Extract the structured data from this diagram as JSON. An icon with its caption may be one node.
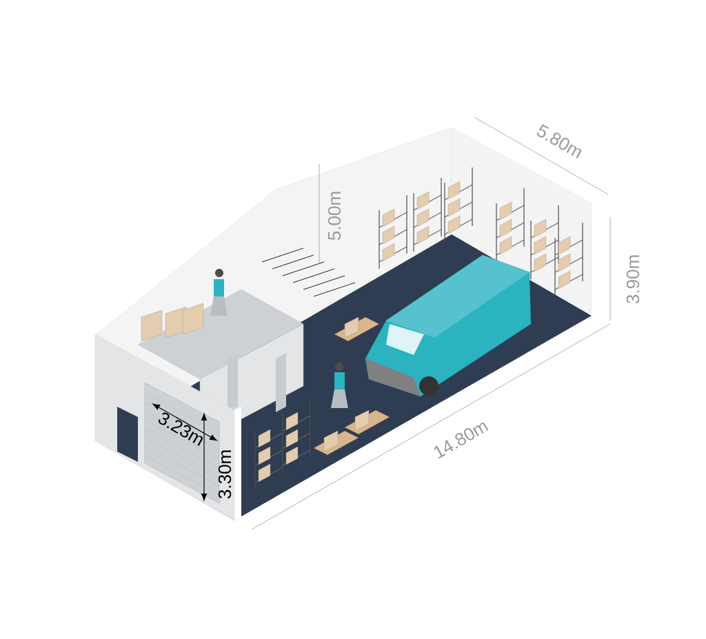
{
  "diagram": {
    "labels": [
      "5.80m",
      "5.00m",
      "3.90m",
      "14.80m",
      "3.23m",
      "3.30m"
    ]
  }
}
